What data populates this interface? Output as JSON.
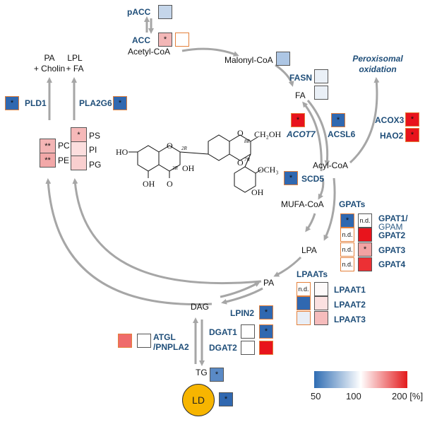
{
  "colors": {
    "enzyme_text": "#1f4e79",
    "arrow": "#a6a6a6",
    "box_border_mrna": "#555555",
    "box_border_protein": "#e4803a",
    "ld_fill": "#f7b500"
  },
  "metabolites": {
    "acetyl_coa": "Acetyl-CoA",
    "malonyl_coa": "Malonyl-CoA",
    "fa": "FA",
    "acyl_coa": "Acyl-CoA",
    "mufa_coa": "MUFA-CoA",
    "lpa": "LPA",
    "pa": "PA",
    "dag": "DAG",
    "tg": "TG",
    "ld": "LD",
    "pa_cholin_1": "PA",
    "pa_cholin_2": "+ Cholin",
    "lpl_fa_1": "LPL",
    "lpl_fa_2": "+ FA",
    "peroxisomal_1": "Peroxisomal",
    "peroxisomal_2": "oxidation"
  },
  "phospholipids": {
    "pc": "PC",
    "pe": "PE",
    "ps": "PS",
    "pi": "PI",
    "pg": "PG"
  },
  "enzymes": {
    "pacc": "pACC",
    "acc": "ACC",
    "fasn": "FASN",
    "acot7": "ACOT7",
    "acsl6": "ACSL6",
    "acox3": "ACOX3",
    "hao2": "HAO2",
    "scd5": "SCD5",
    "gpats": "GPATs",
    "gpat1": "GPAT1/",
    "gpam": "GPAM",
    "gpat2": "GPAT2",
    "gpat3": "GPAT3",
    "gpat4": "GPAT4",
    "lpaats": "LPAATs",
    "lpaat1": "LPAAT1",
    "lpaat2": "LPAAT2",
    "lpaat3": "LPAAT3",
    "lpin2": "LPIN2",
    "dgat1": "DGAT1",
    "dgat2": "DGAT2",
    "atgl": "ATGL",
    "pnpla2": "/PNPLA2",
    "pld1": "PLD1",
    "pla2g6": "PLA2G6"
  },
  "cells": {
    "pacc": {
      "color": "#c5d6ea",
      "mark": ""
    },
    "acc_mrna": {
      "color": "#f3b7b7",
      "mark": "*"
    },
    "acc_prot": {
      "color": "#ffffff",
      "mark": ""
    },
    "malonyl": {
      "color": "#adc6e4",
      "mark": ""
    },
    "fasn_1": {
      "color": "#eaf0f7",
      "mark": ""
    },
    "fasn_2": {
      "color": "#eaf0f7",
      "mark": ""
    },
    "acot7": {
      "color": "#e8141c",
      "mark": "*"
    },
    "acsl6": {
      "color": "#3068b0",
      "mark": "*"
    },
    "acox3": {
      "color": "#e8141c",
      "mark": "*"
    },
    "hao2": {
      "color": "#e8141c",
      "mark": "*"
    },
    "scd5": {
      "color": "#3068b0",
      "mark": "*"
    },
    "gpat1_prot": {
      "color": "#3068b0",
      "mark": "*"
    },
    "gpat1_mrna": {
      "color": "#ffffff",
      "mark": "n.d."
    },
    "gpat2_prot": {
      "color": "#ffffff",
      "mark": "n.d."
    },
    "gpat2_mrna": {
      "color": "#e8141c",
      "mark": ""
    },
    "gpat3_prot": {
      "color": "#ffffff",
      "mark": "n.d."
    },
    "gpat3_mrna": {
      "color": "#f2a3a3",
      "mark": "*"
    },
    "gpat4_prot": {
      "color": "#ffffff",
      "mark": "n.d."
    },
    "gpat4_mrna": {
      "color": "#ec3034",
      "mark": ""
    },
    "lpaat1_prot": {
      "color": "#ffffff",
      "mark": "n.d."
    },
    "lpaat1_mrna": {
      "color": "#fdfafa",
      "mark": ""
    },
    "lpaat2_prot": {
      "color": "#3068b0",
      "mark": ""
    },
    "lpaat2_mrna": {
      "color": "#fbe0e0",
      "mark": ""
    },
    "lpaat3_prot": {
      "color": "#e9eef6",
      "mark": ""
    },
    "lpaat3_mrna": {
      "color": "#f6bcbc",
      "mark": ""
    },
    "lpin2": {
      "color": "#3068b0",
      "mark": "*"
    },
    "dgat1_mrna": {
      "color": "#ffffff",
      "mark": ""
    },
    "dgat1_prot": {
      "color": "#3068b0",
      "mark": "*"
    },
    "dgat2_mrna": {
      "color": "#ffffff",
      "mark": ""
    },
    "dgat2_prot": {
      "color": "#e8141c",
      "mark": ""
    },
    "atgl_prot": {
      "color": "#ef6b6b",
      "mark": ""
    },
    "atgl_mrna": {
      "color": "#ffffff",
      "mark": ""
    },
    "tg": {
      "color": "#5a8ac6",
      "mark": "*"
    },
    "ld": {
      "color": "#3068b0",
      "mark": "*"
    },
    "pld1": {
      "color": "#3068b0",
      "mark": "*"
    },
    "pla2g6": {
      "color": "#3068b0",
      "mark": "*"
    },
    "pc": {
      "color": "#f4b5b5",
      "mark": "**"
    },
    "pe": {
      "color": "#f2a8a8",
      "mark": "**"
    },
    "ps": {
      "color": "#f6b9b9",
      "mark": "*"
    },
    "pi": {
      "color": "#fcdede",
      "mark": ""
    },
    "pg": {
      "color": "#f9cfcf",
      "mark": ""
    }
  },
  "molecule": {
    "ho_left": "HO",
    "oh_bottom": "OH",
    "o_keto": "O",
    "oh_3r": "OH",
    "ch2oh": "CH₂OH",
    "och3": "OCH₃",
    "oh_right": "OH",
    "o1": "O",
    "o2": "O",
    "o3": "O",
    "s2r": "2R",
    "s3r": "3R",
    "s7r": "7R",
    "s8r": "8R"
  },
  "legend": {
    "min": "50",
    "mid": "100",
    "max": "200 [%]",
    "scale_min": 50,
    "scale_mid": 100,
    "scale_max": 200
  }
}
